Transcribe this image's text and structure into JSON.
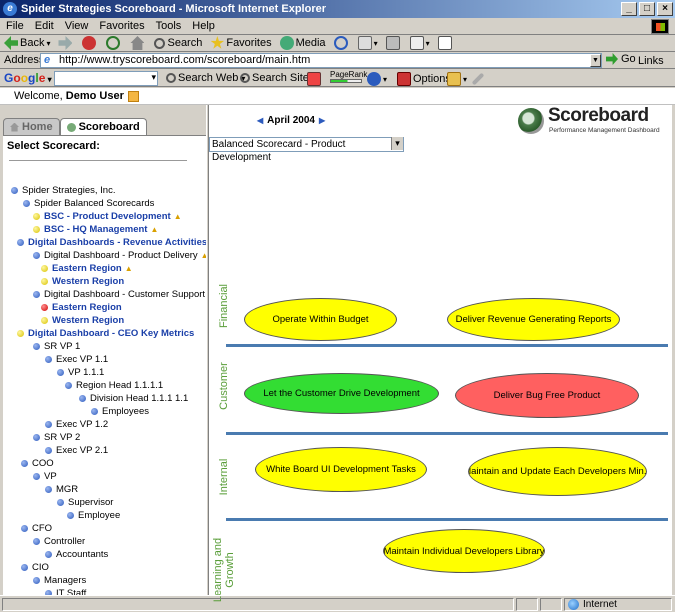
{
  "window": {
    "title": "Spider Strategies Scoreboard - Microsoft Internet Explorer"
  },
  "menu": [
    "File",
    "Edit",
    "View",
    "Favorites",
    "Tools",
    "Help"
  ],
  "toolbar": {
    "back": "Back",
    "search": "Search",
    "favorites": "Favorites",
    "media": "Media"
  },
  "address": {
    "label": "Address",
    "url": "http://www.tryscoreboard.com/scoreboard/main.htm",
    "go": "Go",
    "links": "Links"
  },
  "google": {
    "logo": "Google",
    "search_web": "Search Web",
    "search_site": "Search Site",
    "pagerank": "PageRank",
    "options": "Options"
  },
  "welcome": {
    "prefix": "Welcome,",
    "user": "Demo User"
  },
  "tabs": {
    "home": "Home",
    "scoreboard": "Scoreboard"
  },
  "sidebar": {
    "select_label": "Select Scorecard:",
    "items": [
      {
        "label": "Spider Strategies, Inc.",
        "dot": "blue",
        "link": false,
        "warn": false
      },
      {
        "label": "Spider Balanced Scorecards",
        "dot": "blue",
        "link": false,
        "warn": false
      },
      {
        "label": "BSC - Product Development",
        "dot": "yellow",
        "link": true,
        "warn": true
      },
      {
        "label": "BSC - HQ Management",
        "dot": "yellow",
        "link": true,
        "warn": true
      },
      {
        "label": "Digital Dashboards - Revenue Activities",
        "dot": "blue",
        "link": true,
        "warn": false
      },
      {
        "label": "Digital Dashboard - Product Delivery",
        "dot": "blue",
        "link": false,
        "warn": true
      },
      {
        "label": "Eastern Region",
        "dot": "yellow",
        "link": true,
        "warn": true
      },
      {
        "label": "Western Region",
        "dot": "yellow",
        "link": true,
        "warn": false
      },
      {
        "label": "Digital Dashboard - Customer Support",
        "dot": "blue",
        "link": false,
        "warn": false
      },
      {
        "label": "Eastern Region",
        "dot": "red",
        "link": true,
        "warn": false
      },
      {
        "label": "Western Region",
        "dot": "yellow",
        "link": true,
        "warn": false
      },
      {
        "label": "Digital Dashboard - CEO Key Metrics",
        "dot": "yellow",
        "link": true,
        "warn": false
      },
      {
        "label": "SR VP 1",
        "dot": "blue",
        "link": false,
        "warn": false
      },
      {
        "label": "Exec VP 1.1",
        "dot": "blue",
        "link": false,
        "warn": false
      },
      {
        "label": "VP 1.1.1",
        "dot": "blue",
        "link": false,
        "warn": false
      },
      {
        "label": "Region Head 1.1.1.1",
        "dot": "blue",
        "link": false,
        "warn": false
      },
      {
        "label": "Division Head 1.1.1 1.1",
        "dot": "blue",
        "link": false,
        "warn": false
      },
      {
        "label": "Employees",
        "dot": "blue",
        "link": false,
        "warn": false
      },
      {
        "label": "Exec VP 1.2",
        "dot": "blue",
        "link": false,
        "warn": false
      },
      {
        "label": "SR VP 2",
        "dot": "blue",
        "link": false,
        "warn": false
      },
      {
        "label": "Exec VP 2.1",
        "dot": "blue",
        "link": false,
        "warn": false
      },
      {
        "label": "COO",
        "dot": "blue",
        "link": false,
        "warn": false
      },
      {
        "label": "VP",
        "dot": "blue",
        "link": false,
        "warn": false
      },
      {
        "label": "MGR",
        "dot": "blue",
        "link": false,
        "warn": false
      },
      {
        "label": "Supervisor",
        "dot": "blue",
        "link": false,
        "warn": false
      },
      {
        "label": "Employee",
        "dot": "blue",
        "link": false,
        "warn": false
      },
      {
        "label": "CFO",
        "dot": "blue",
        "link": false,
        "warn": false
      },
      {
        "label": "Controller",
        "dot": "blue",
        "link": false,
        "warn": false
      },
      {
        "label": "Accountants",
        "dot": "blue",
        "link": false,
        "warn": false
      },
      {
        "label": "CIO",
        "dot": "blue",
        "link": false,
        "warn": false
      },
      {
        "label": "Managers",
        "dot": "blue",
        "link": false,
        "warn": false
      },
      {
        "label": "IT Staff",
        "dot": "blue",
        "link": false,
        "warn": false
      }
    ]
  },
  "main": {
    "month": "April 2004",
    "logo_text": "Scoreboard",
    "logo_sub": "Performance Management Dashboard",
    "scorecard_select": "Balanced Scorecard - Product Development",
    "perspectives": [
      {
        "name": "Financial"
      },
      {
        "name": "Customer"
      },
      {
        "name": "Internal"
      },
      {
        "name_line1": "Learning and",
        "name_line2": "Growth"
      }
    ],
    "objectives": [
      {
        "label": "Operate Within Budget",
        "status": "yellow"
      },
      {
        "label": "Deliver Revenue Generating Reports",
        "status": "yellow"
      },
      {
        "label": "Let the Customer Drive Development",
        "status": "green"
      },
      {
        "label": "Deliver Bug Free Product",
        "status": "red"
      },
      {
        "label": "White Board UI Development Tasks",
        "status": "yellow"
      },
      {
        "label": "Maintain and Update Each Developers Min...",
        "status": "yellow"
      },
      {
        "label": "Maintain Individual Developers Library",
        "status": "yellow"
      }
    ]
  },
  "status": {
    "zone": "Internet"
  }
}
